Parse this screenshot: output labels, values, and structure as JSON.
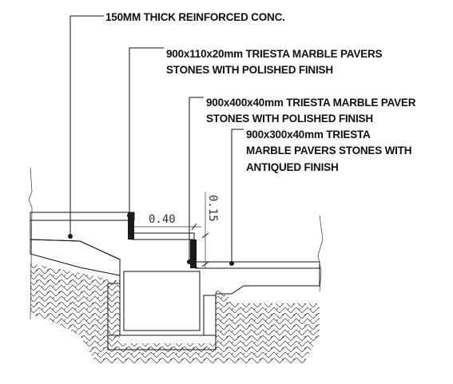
{
  "labels": {
    "slab": "150MM THICK REINFORCED CONC.",
    "paver1_l1": "900x110x20mm TRIESTA MARBLE PAVERS",
    "paver1_l2": "STONES WITH POLISHED FINISH",
    "paver2_l1": "900x400x40mm TRIESTA MARBLE PAVER",
    "paver2_l2": "STONES WITH POLISHED FINISH",
    "paver3_l1": "900x300x40mm TRIESTA",
    "paver3_l2": "MARBLE PAVERS STONES WITH",
    "paver3_l3": "ANTIQUED FINISH"
  },
  "dimensions": {
    "tread": "0.40",
    "riser": "0.15"
  }
}
